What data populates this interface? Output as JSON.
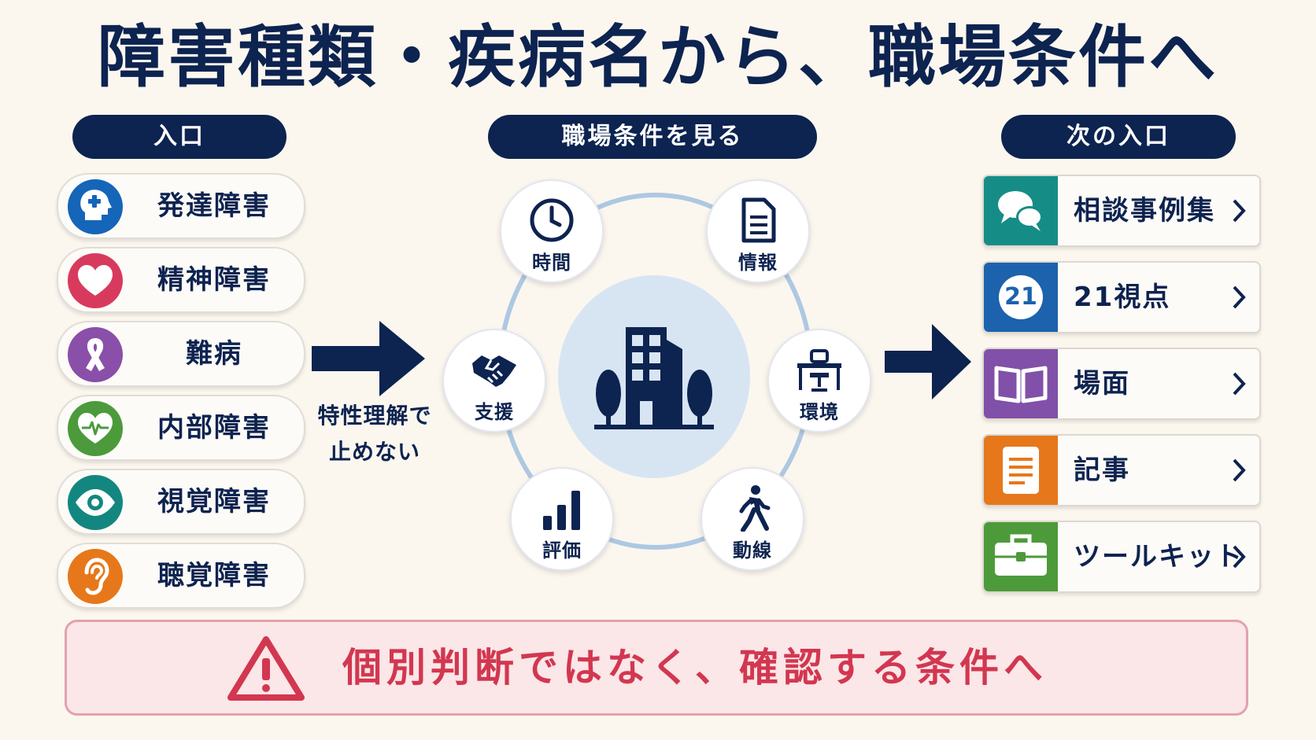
{
  "title": "障害種類・疾病名から、職場条件へ",
  "left": {
    "header": "入口",
    "items": [
      {
        "label": "発達障害",
        "icon": "head-puzzle-icon",
        "color": "#1565b8"
      },
      {
        "label": "精神障害",
        "icon": "heart-icon",
        "color": "#d83a5e"
      },
      {
        "label": "難病",
        "icon": "ribbon-icon",
        "color": "#8a4fa8"
      },
      {
        "label": "内部障害",
        "icon": "heart-pulse-icon",
        "color": "#4c9a3c"
      },
      {
        "label": "視覚障害",
        "icon": "eye-icon",
        "color": "#13877f"
      },
      {
        "label": "聴覚障害",
        "icon": "ear-icon",
        "color": "#e6781b"
      }
    ]
  },
  "arrow_caption": "特性理解で\n止めない",
  "center": {
    "header": "職場条件を見る",
    "hub_icon": "office-building-icon",
    "nodes": [
      {
        "label": "時間",
        "icon": "clock-icon"
      },
      {
        "label": "情報",
        "icon": "document-icon"
      },
      {
        "label": "支援",
        "icon": "handshake-icon"
      },
      {
        "label": "環境",
        "icon": "desk-chair-icon"
      },
      {
        "label": "評価",
        "icon": "bar-chart-icon"
      },
      {
        "label": "動線",
        "icon": "walking-person-icon"
      }
    ]
  },
  "right": {
    "header": "次の入口",
    "items": [
      {
        "label": "相談事例集",
        "icon": "speech-bubbles-icon",
        "color": "#158d86"
      },
      {
        "label": "21視点",
        "icon": "number-21-icon",
        "badge": "21",
        "color": "#1c62ad"
      },
      {
        "label": "場面",
        "icon": "open-book-icon",
        "color": "#8150a8"
      },
      {
        "label": "記事",
        "icon": "article-icon",
        "color": "#e6781b"
      },
      {
        "label": "ツールキット",
        "icon": "toolbox-icon",
        "color": "#4d9a3a"
      }
    ]
  },
  "warning": {
    "text": "個別判断ではなく、確認する条件へ",
    "icon": "warning-triangle-icon",
    "color": "#d23750"
  },
  "colors": {
    "navy": "#0d2350",
    "background": "#fbf7ef"
  }
}
